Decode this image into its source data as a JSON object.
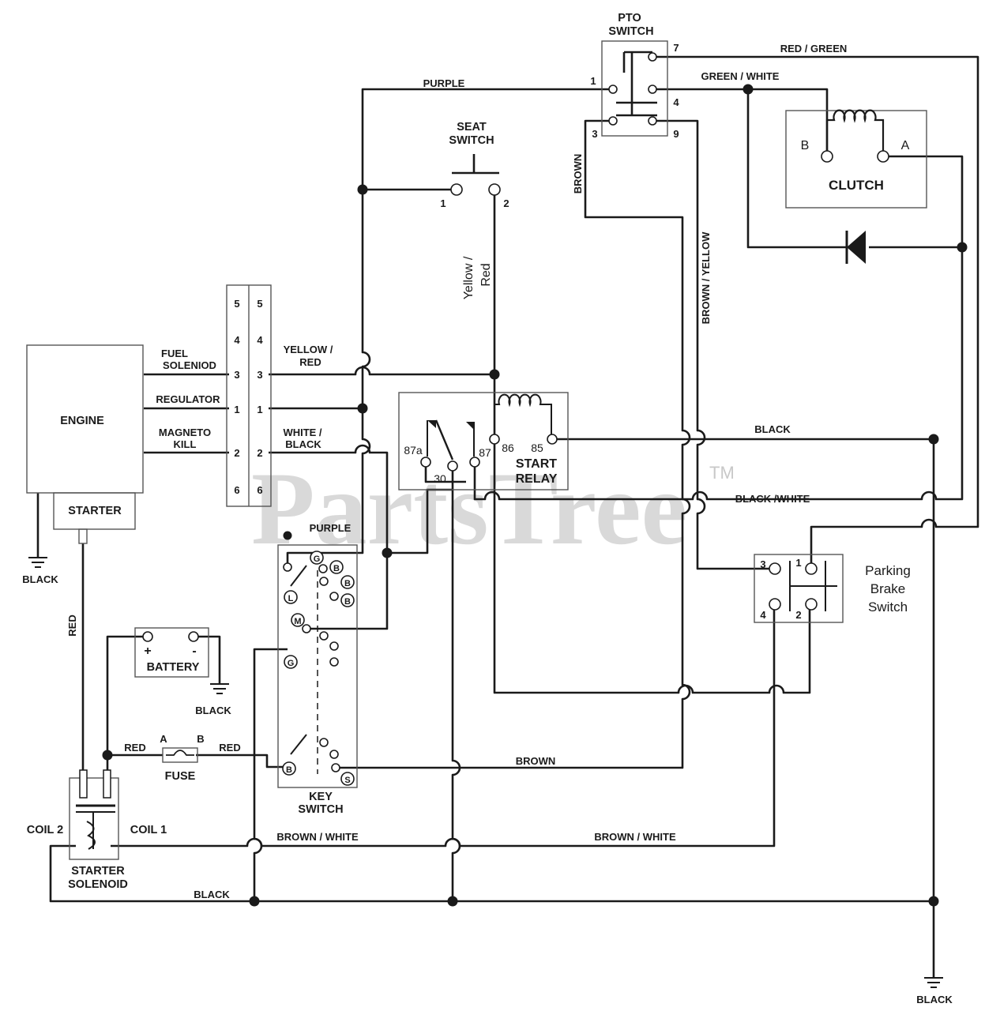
{
  "watermark": {
    "text": "PartsTree",
    "trademark": "TM"
  },
  "engine": {
    "title": "ENGINE",
    "starter": "STARTER",
    "ground": "BLACK"
  },
  "connector": {
    "left_pins": [
      "5",
      "4",
      "3",
      "1",
      "2",
      "6"
    ],
    "right_pins": [
      "5",
      "4",
      "3",
      "1",
      "2",
      "6"
    ],
    "fuel_solenoid": [
      "FUEL",
      "SOLENIOD"
    ],
    "regulator": "REGULATOR",
    "magneto_kill": [
      "MAGNETO",
      "KILL"
    ]
  },
  "pto_switch": {
    "title": [
      "PTO",
      "SWITCH"
    ],
    "pins": [
      "1",
      "7",
      "4",
      "3",
      "9"
    ]
  },
  "seat_switch": {
    "title": [
      "SEAT",
      "SWITCH"
    ],
    "pins": [
      "1",
      "2"
    ]
  },
  "clutch": {
    "title": "CLUTCH",
    "a": "A",
    "b": "B"
  },
  "start_relay": {
    "title": [
      "START",
      "RELAY"
    ],
    "pins": [
      "87a",
      "30",
      "87",
      "86",
      "85"
    ]
  },
  "parking_brake": {
    "title": [
      "Parking",
      "Brake",
      "Switch"
    ],
    "pins": [
      "3",
      "1",
      "4",
      "2"
    ]
  },
  "key_switch": {
    "title": [
      "KEY",
      "SWITCH"
    ],
    "terminals": [
      "G",
      "B",
      "L",
      "B",
      "B",
      "M",
      "G",
      "B",
      "S"
    ]
  },
  "battery": {
    "title": "BATTERY",
    "plus": "+",
    "minus": "-",
    "ground": "BLACK"
  },
  "fuse": {
    "title": "FUSE",
    "a": "A",
    "b": "B"
  },
  "starter_solenoid": {
    "title": [
      "STARTER",
      "SOLENOID"
    ],
    "coil1": "COIL 1",
    "coil2": "COIL 2"
  },
  "wires": {
    "purple_top": "PURPLE",
    "red_green": "RED / GREEN",
    "green_white": "GREEN / WHITE",
    "brown_vertical": "BROWN",
    "brown_yellow": "BROWN / YELLOW",
    "yellow_red_vertical": [
      "Yellow /",
      "Red"
    ],
    "yellow_red": [
      "YELLOW /",
      "RED"
    ],
    "white_black": [
      "WHITE /",
      "BLACK"
    ],
    "black_right": "BLACK",
    "black_white": "BLACK /WHITE",
    "purple_key": "PURPLE",
    "red_vertical": "RED",
    "red_left": "RED",
    "red_right": "RED",
    "brown_bottom": "BROWN",
    "brown_white_left": "BROWN / WHITE",
    "brown_white_right": "BROWN / WHITE",
    "black_bottom": "BLACK",
    "ground_bottom": "BLACK"
  }
}
